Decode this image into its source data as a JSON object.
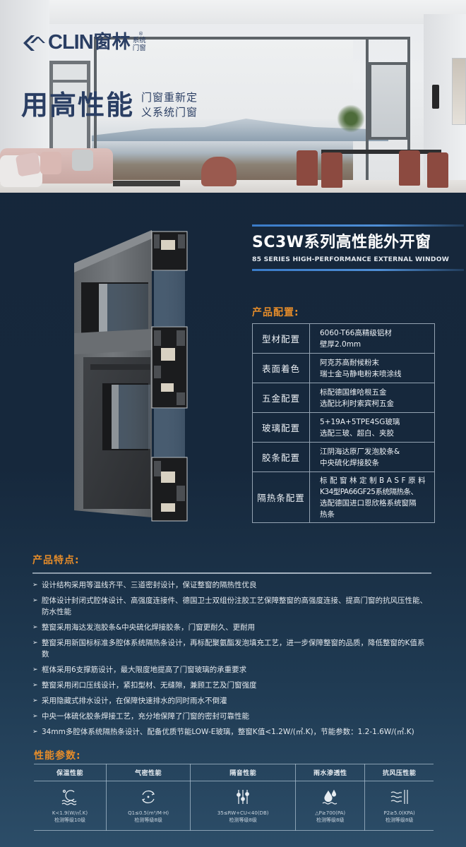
{
  "hero": {
    "brand": {
      "name_en": "CLIN",
      "name_cn": "窗林",
      "registered": "®",
      "sub_line1": "系统",
      "sub_line2": "门窗"
    },
    "slogan": {
      "main": "用高性能",
      "sub_line1": "门窗重新定",
      "sub_line2": "义系统门窗"
    }
  },
  "product": {
    "title": "SC3W系列高性能外开窗",
    "subtitle_en": "85 SERIES HIGH-PERFORMANCE EXTERNAL WINDOW",
    "config_heading": "产品配置:",
    "config": [
      {
        "label": "型材配置",
        "lines": [
          "6060-T66高精级铝材",
          "壁厚2.0mm"
        ]
      },
      {
        "label": "表面着色",
        "lines": [
          "阿克苏高耐候粉末",
          "瑞士金马静电粉末喷涂线"
        ]
      },
      {
        "label": "五金配置",
        "lines": [
          "标配德国维哈根五金",
          "选配比利时索宾柯五金"
        ]
      },
      {
        "label": "玻璃配置",
        "lines": [
          "5+19A+5TPE4SG玻璃",
          "选配三玻、超白、夹胶"
        ]
      },
      {
        "label": "胶条配置",
        "lines": [
          "江阴海达原厂发泡胶条&",
          "中央硫化焊接胶条"
        ]
      },
      {
        "label": "隔热条配置",
        "lines": [
          "标配窗林定制BASF原料",
          "K34型PA66GF25系统隔热条、",
          "选配德国进口恩欣格系统窗隔",
          "热条"
        ]
      }
    ]
  },
  "features": {
    "heading": "产品特点:",
    "bullet": "➢",
    "items": [
      "设计结构采用等温线齐平、三道密封设计，保证整窗的隔热性优良",
      "腔体设计封闭式腔体设计、高强度连接件、德国卫士双组份注胶工艺保障整窗的高强度连接、提高门窗的抗风压性能、防水性能",
      "整窗采用海达发泡胶条&中央硫化焊接胶条，门窗更耐久、更耐用",
      "整窗采用新国标标准多腔体系统隔热条设计，再标配聚氨酯发泡填充工艺，进一步保障整窗的品质，降低整窗的K值系数",
      "框体采用6支撑筋设计，最大限度地提高了门窗玻璃的承重要求",
      "整窗采用闭口压线设计，紧扣型材、无缝隙，兼顾工艺及门窗强度",
      "采用隐藏式排水设计，在保障快速排水的同时雨水不倒灌",
      "中央一体硫化胶条焊接工艺，充分地保障了门窗的密封可靠性能",
      "34mm多腔体系统隔热条设计、配备优质节能LOW-E玻璃，整窗K值<1.2W/(㎡.K)，节能参数：1.2-1.6W/(㎡.K)"
    ]
  },
  "performance": {
    "heading": "性能参数:",
    "columns": [
      {
        "label": "保温性能",
        "icon": "thermal-wave-icon",
        "value": "K<1.9(W/㎡.K)",
        "grade": "检测等级10级"
      },
      {
        "label": "气密性能",
        "icon": "airtight-cycle-icon",
        "value": "Q1≤0.5(m³/M·H)",
        "grade": "检测等级8级"
      },
      {
        "label": "隔音性能",
        "icon": "sound-slider-icon",
        "value": "35≤RW+CU<40(DB)",
        "grade": "检测等级8级"
      },
      {
        "label": "雨水渗透性",
        "icon": "water-drop-icon",
        "value": "△P≥700(PA)",
        "grade": "检测等级8级"
      },
      {
        "label": "抗风压性能",
        "icon": "wind-pressure-icon",
        "value": "P2≥5.0(KPA)",
        "grade": "检测等级8级"
      }
    ]
  },
  "colors": {
    "background": "#16283c",
    "accent_orange": "#e58c2a",
    "title_line_blue": "#3a7bc8",
    "brand_navy": "#2a3e63",
    "table_border": "#94a3b2"
  }
}
